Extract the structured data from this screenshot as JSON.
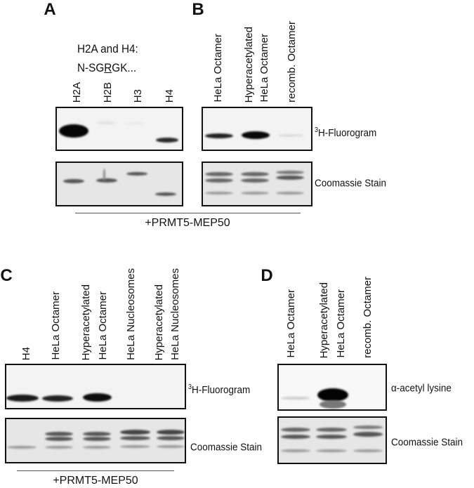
{
  "panels": {
    "A": {
      "letter": "A",
      "note_line1": "H2A and H4:",
      "note_line2_prefix": "N-SG",
      "note_line2_underlined": "R",
      "note_line2_suffix": "GK...",
      "lanes": [
        "H2A",
        "H2B",
        "H3",
        "H4"
      ]
    },
    "B": {
      "letter": "B",
      "lanes": [
        "HeLa Octamer",
        "Hyperacetylated",
        "HeLa Octamer",
        "recomb. Octamer"
      ],
      "top_label_sup": "3",
      "top_label": "H-Fluorogram",
      "bottom_label": "Coomassie Stain"
    },
    "AB_treatment": "+PRMT5-MEP50",
    "C": {
      "letter": "C",
      "lanes": [
        "H4",
        "HeLa Octamer",
        "Hyperacetylated",
        "HeLa Octamer",
        "HeLa Nucleosomes",
        "Hyperacetylated",
        "HeLa Nucleosomes"
      ],
      "top_label_sup": "3",
      "top_label": "H-Fluorogram",
      "bottom_label": "Coomassie Stain",
      "treatment": "+PRMT5-MEP50"
    },
    "D": {
      "letter": "D",
      "lanes": [
        "HeLa Octamer",
        "Hyperacetylated",
        "HeLa Octamer",
        "recomb. Octamer"
      ],
      "top_label": "α-acetyl lysine",
      "bottom_label": "Coomassie Stain"
    }
  }
}
